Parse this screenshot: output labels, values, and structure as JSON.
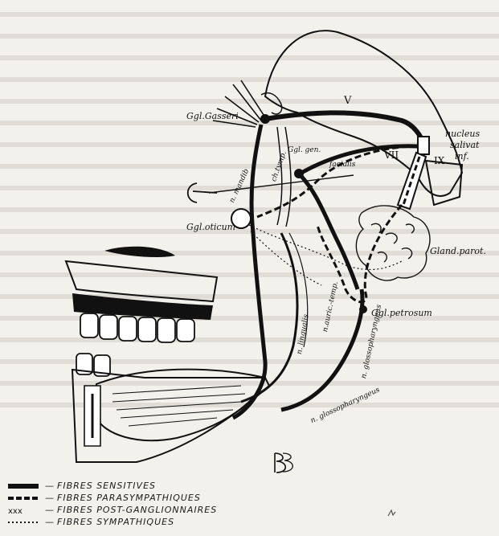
{
  "labels": {
    "nerve_v": "V",
    "ggl_gasseri": "Ggl.Gasseri",
    "n_mandib": "n. mandib",
    "ch_tymp": "ch.tymp.",
    "ggl_gen": "Ggl. gen.",
    "facialis": "facialis",
    "nerve_vii": "VII",
    "nerve_ix": "IX",
    "nucleus": "nucleus",
    "salivat": "salivat",
    "inf": "inf.",
    "ggl_oticum": "Ggl.oticum",
    "gland_parot": "Gland.parot.",
    "n_auric_temp": "n.auric.-temp.",
    "n_lingualis": "n. lingualis",
    "ggl_petrosum": "Ggl.petrosum",
    "n_glossopharyngeus_right": "n. glossopharyngeus",
    "n_glossopharyngeus_bottom": "n. glossopharyngeus",
    "signature_monogram": "PB"
  },
  "legend": {
    "items": [
      {
        "pattern": "thick-black",
        "text": "FIBRES SENSITIVES"
      },
      {
        "pattern": "dashed-black",
        "text": "FIBRES PARASYMPATHIQUES"
      },
      {
        "pattern": "xxx",
        "text": "FIBRES POST-GANGLIONNAIRES"
      },
      {
        "pattern": "dotted",
        "text": "FIBRES SYMPATHIQUES"
      }
    ],
    "separator": "—"
  },
  "colors": {
    "ink": "#111111",
    "paper": "#f2f1ec"
  }
}
